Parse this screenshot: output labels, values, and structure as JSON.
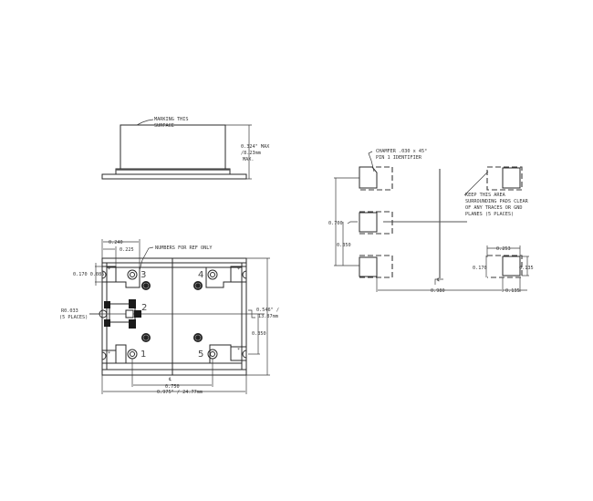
{
  "side_view": {
    "note_marking": [
      "MARKING THIS",
      "SURFACE"
    ],
    "height_dim": [
      "0.324\" MAX",
      "/8.23mm",
      "MAX."
    ]
  },
  "top_view": {
    "note_numbers": "NUMBERS FOR REF ONLY",
    "dim_top_outer": "0.240",
    "dim_top_inner": "0.225",
    "dim_left_slot": "0.170 0.085",
    "dim_left_note": [
      "R0.033",
      "(5 PLACES)"
    ],
    "dim_right_top": [
      "0.546\" / ",
      "13.87mm"
    ],
    "dim_right_inner": "0.350",
    "dim_bottom_inner": "0.750",
    "dim_bottom_outer": "0.975\" / 24.77mm",
    "pin_labels": [
      "1",
      "2",
      "3",
      "4",
      "5"
    ],
    "centerline_symbol": "℄"
  },
  "footprint": {
    "note_chamfer": [
      "CHAMFER .030 x 45°",
      "PIN 1 IDENTIFIER"
    ],
    "note_keep": [
      "KEEP THIS AREA",
      "SURROUNDING PADS CLEAR",
      "OF ANY TRACES OR GND",
      "PLANES (5 PLACES)"
    ],
    "dim_700": "0.700",
    "dim_350": "0.350",
    "dim_253": "0.253",
    "dim_170": "0.170",
    "dim_135_v": "0.135",
    "dim_135_h": "0.135",
    "dim_980": "0.980",
    "centerline_symbol": "℄"
  },
  "colors": {
    "line": "#2a2a2a",
    "background": "#ffffff",
    "centerline": "#808080"
  }
}
